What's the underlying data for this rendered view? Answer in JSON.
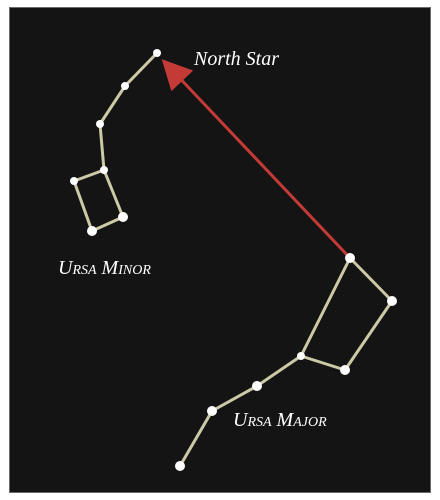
{
  "labels": {
    "north_star": "North Star",
    "ursa_minor": "Ursa Minor",
    "ursa_major": "Ursa Major"
  },
  "colors": {
    "background": "#141414",
    "constellation_lines": "#ccc9a6",
    "stars": "#ffffff",
    "pointer_arrow": "#c43a36"
  }
}
